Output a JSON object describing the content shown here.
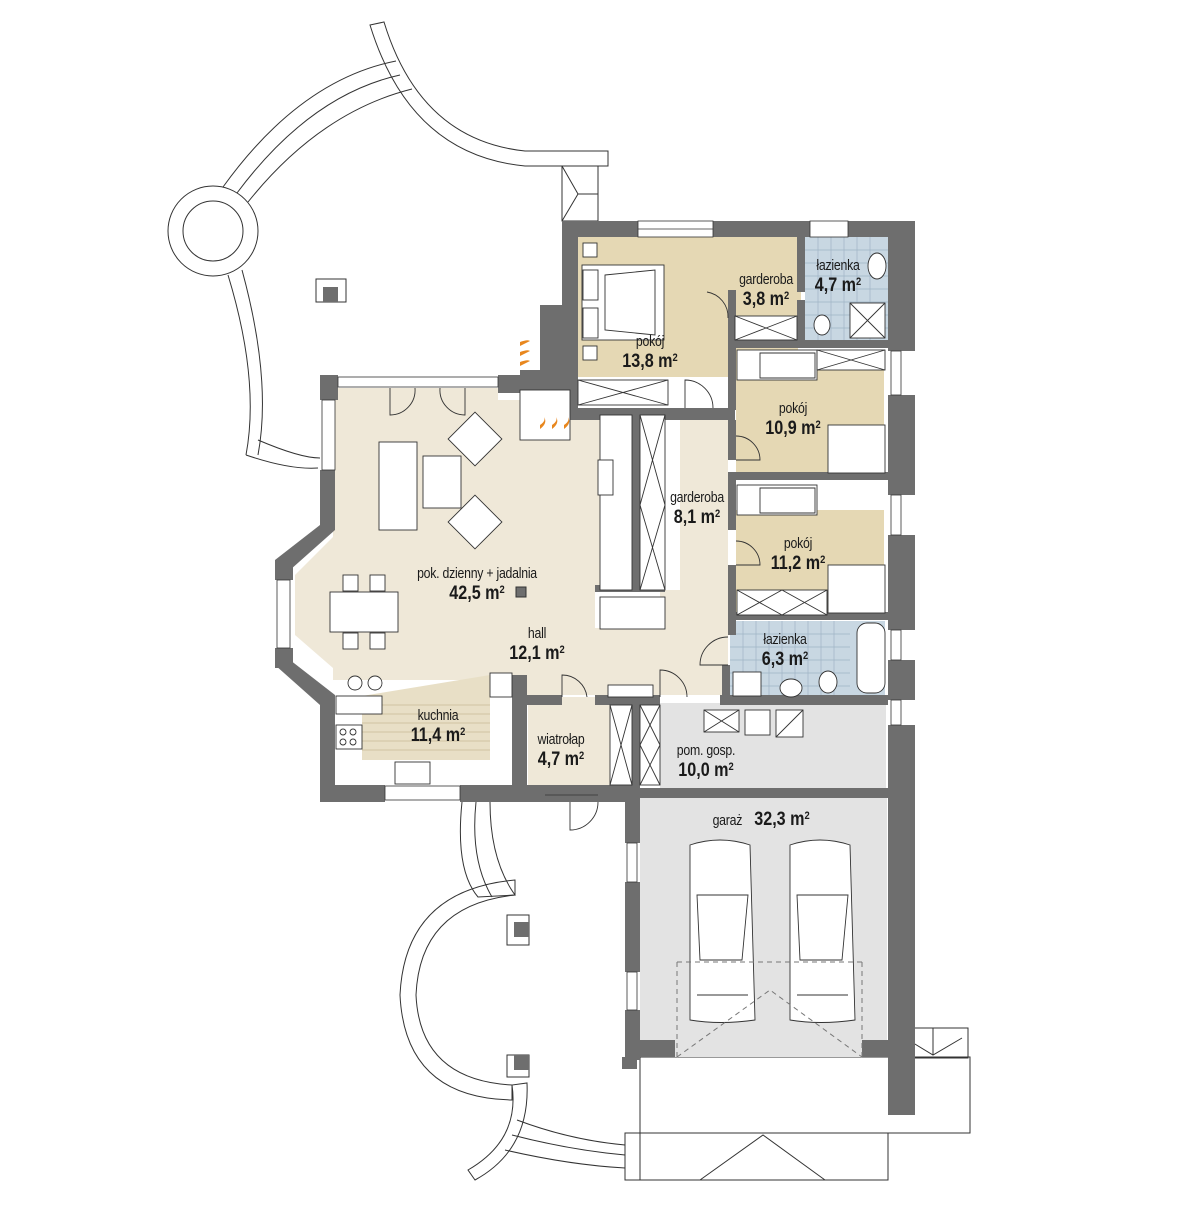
{
  "plan": {
    "colors": {
      "wall": "#6e6e6e",
      "living_floor": "#efe8d8",
      "bedroom_floor": "#e5d8b4",
      "bathroom_floor": "#c8d7e2",
      "utility_floor": "#e3e3e3",
      "kitchen_floor": "#e8dfc6",
      "fireplace_flame": "#e8871e",
      "line": "#333333"
    },
    "area_unit": "m",
    "area_unit_exp": "2",
    "rooms": [
      {
        "id": "bedroom_master",
        "name": "pokój",
        "area": "13,8"
      },
      {
        "id": "wardrobe_small",
        "name": "garderoba",
        "area": "3,8"
      },
      {
        "id": "bathroom_upper",
        "name": "łazienka",
        "area": "4,7"
      },
      {
        "id": "bedroom_2",
        "name": "pokój",
        "area": "10,9"
      },
      {
        "id": "wardrobe_hall",
        "name": "garderoba",
        "area": "8,1"
      },
      {
        "id": "bedroom_3",
        "name": "pokój",
        "area": "11,2"
      },
      {
        "id": "living_dining",
        "name": "pok. dzienny + jadalnia",
        "area": "42,5"
      },
      {
        "id": "hall",
        "name": "hall",
        "area": "12,1"
      },
      {
        "id": "bathroom_lower",
        "name": "łazienka",
        "area": "6,3"
      },
      {
        "id": "kitchen",
        "name": "kuchnia",
        "area": "11,4"
      },
      {
        "id": "vestibule",
        "name": "wiatrołap",
        "area": "4,7"
      },
      {
        "id": "utility",
        "name": "pom. gosp.",
        "area": "10,0"
      },
      {
        "id": "garage",
        "name": "garaż",
        "area": "32,3"
      }
    ]
  }
}
